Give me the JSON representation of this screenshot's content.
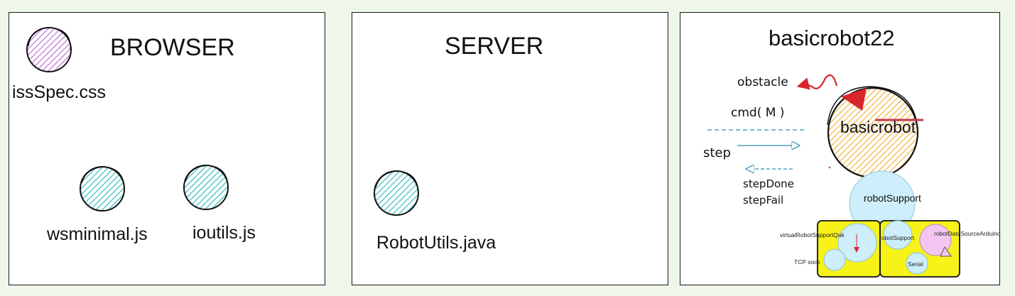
{
  "browser": {
    "title": "BROWSER",
    "files": [
      "issSpec.css",
      "wsminimal.js",
      "ioutils.js"
    ]
  },
  "server": {
    "title": "SERVER",
    "files": [
      "RobotUtils.java"
    ]
  },
  "robot": {
    "title": "basicrobot22",
    "labels": {
      "obstacle": "obstacle",
      "cmd": "cmd( M )",
      "step": "step",
      "step_done": "stepDone",
      "step_fail": "stepFail",
      "basicrobot": "basicrobot",
      "robot_support": "robotSupport",
      "virtual_support": "virtualRobotSupportQak",
      "robot_support_small": "robotSupport",
      "data_source": "robotDataSourceArduino",
      "tcp": "TCP sock",
      "serial": "Serial"
    }
  },
  "colors": {
    "background": "#eef7ea",
    "css_file": "#c98ae0",
    "js_file": "#5cc9c9",
    "robot_body": "#f5c163",
    "support_fill": "#cdeefa",
    "support_pink": "#f2c6f0",
    "yellow_box": "#f7f218",
    "arrow_red": "#d8262c",
    "arrow_blue": "#2e8fb0"
  }
}
